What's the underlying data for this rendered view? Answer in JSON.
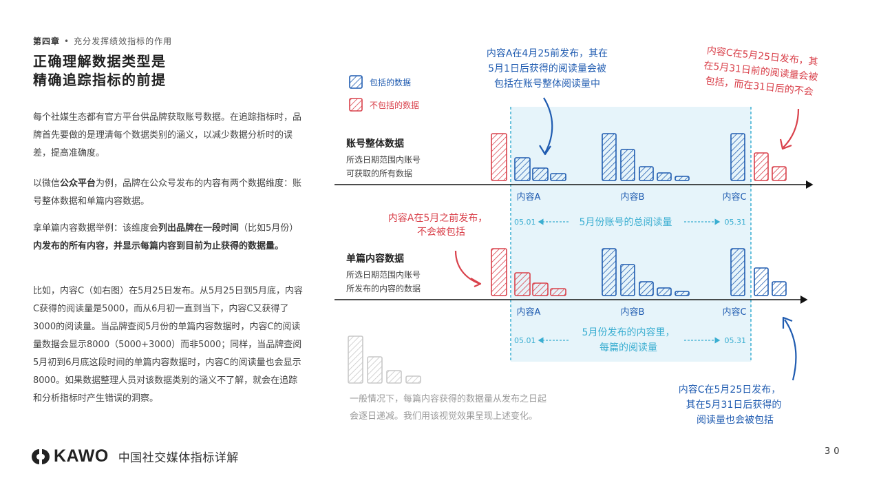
{
  "header": {
    "chapter_label": "第四章",
    "chapter_separator": "•",
    "chapter_title": "充分发挥绩效指标的作用",
    "title_line1": "正确理解数据类型是",
    "title_line2": "精确追踪指标的前提"
  },
  "body": {
    "p1": "每个社媒生态都有官方平台供品牌获取账号数据。在追踪指标时，品牌首先要做的是理清每个数据类别的涵义，以减少数据分析时的误差，提高准确度。",
    "p2_a": "以微信",
    "p2_bold": "公众平台",
    "p2_b": "为例，品牌在公众号发布的内容有两个数据维度：账号整体数据和单篇内容数据。",
    "p3_a": "拿单篇内容数据举例：该维度会",
    "p3_bold1": "列出品牌在一段时间",
    "p3_b": "（比如5月份）",
    "p3_bold2": "内发布的所有内容，并显示每篇内容到目前为止获得的数据量。",
    "p4": "比如，内容C（如右图）在5月25日发布。从5月25日到5月底，内容C获得的阅读量是5000，而从6月初一直到当下，内容C又获得了3000的阅读量。当品牌查阅5月份的单篇内容数据时，内容C的阅读量数据会显示8000（5000+3000）而非5000；同样，当品牌查阅5月初到6月底这段时间的单篇内容数据时，内容C的阅读量也会显示8000。如果数据整理人员对该数据类别的涵义不了解，就会在追踪和分析指标时产生错误的洞察。"
  },
  "legend": {
    "included": "包括的数据",
    "excluded": "不包括的数据"
  },
  "colors": {
    "included": "#1f5bb0",
    "excluded": "#d9414b",
    "highlight": "#e6f4fa",
    "period": "#3aaed1",
    "muted": "#c8c8c8"
  },
  "chart_data": {
    "type": "bar",
    "rows": [
      {
        "title": "账号整体数据",
        "desc_line1": "所选日期范围内账号",
        "desc_line2": "可获取的所有数据",
        "bars": [
          {
            "value": 68,
            "status": "excluded"
          },
          {
            "value": 33,
            "status": "included"
          },
          {
            "value": 18,
            "status": "included"
          },
          {
            "value": 10,
            "status": "included"
          },
          {
            "value": 68,
            "status": "included"
          },
          {
            "value": 45,
            "status": "included"
          },
          {
            "value": 20,
            "status": "included"
          },
          {
            "value": 11,
            "status": "included"
          },
          {
            "value": 6,
            "status": "included"
          },
          {
            "value": 68,
            "status": "included"
          },
          {
            "value": 40,
            "status": "excluded"
          },
          {
            "value": 20,
            "status": "excluded"
          }
        ],
        "content_labels": [
          "内容A",
          "内容B",
          "内容C"
        ],
        "period_label": "5月份账号的总阅读量",
        "start_date": "05.01",
        "end_date": "05.31"
      },
      {
        "title": "单篇内容数据",
        "desc_line1": "所选日期范围内账号",
        "desc_line2": "所发布的内容的数据",
        "bars": [
          {
            "value": 68,
            "status": "excluded"
          },
          {
            "value": 33,
            "status": "excluded"
          },
          {
            "value": 18,
            "status": "excluded"
          },
          {
            "value": 10,
            "status": "excluded"
          },
          {
            "value": 68,
            "status": "included"
          },
          {
            "value": 45,
            "status": "included"
          },
          {
            "value": 20,
            "status": "included"
          },
          {
            "value": 11,
            "status": "included"
          },
          {
            "value": 6,
            "status": "included"
          },
          {
            "value": 68,
            "status": "included"
          },
          {
            "value": 40,
            "status": "included"
          },
          {
            "value": 20,
            "status": "included"
          }
        ],
        "content_labels": [
          "内容A",
          "内容B",
          "内容C"
        ],
        "period_label_line1": "5月份发布的内容里，",
        "period_label_line2": "每篇的阅读量",
        "start_date": "05.01",
        "end_date": "05.31"
      }
    ],
    "decay_example": [
      68,
      38,
      18,
      10
    ]
  },
  "annotations": {
    "top_center": [
      "内容A在4月25前发布，其在",
      "5月1日后获得的阅读量会被",
      "包括在账号整体阅读量中"
    ],
    "top_right": [
      "内容C在5月25日发布，其",
      "在5月31日前的阅读量会被",
      "包括，而在31日后的不会"
    ],
    "mid_left": [
      "内容A在5月之前发布，",
      "不会被包括"
    ],
    "bottom_right": [
      "内容C在5月25日发布，",
      "其在5月31日后获得的",
      "阅读量也会被包括"
    ],
    "decay_note": [
      "一般情况下，每篇内容获得的数据量从发布之日起",
      "会逐日递减。我们用该视觉效果呈现上述变化。"
    ]
  },
  "footer": {
    "brand": "KAWO",
    "subtitle": "中国社交媒体指标详解",
    "page": "30"
  }
}
